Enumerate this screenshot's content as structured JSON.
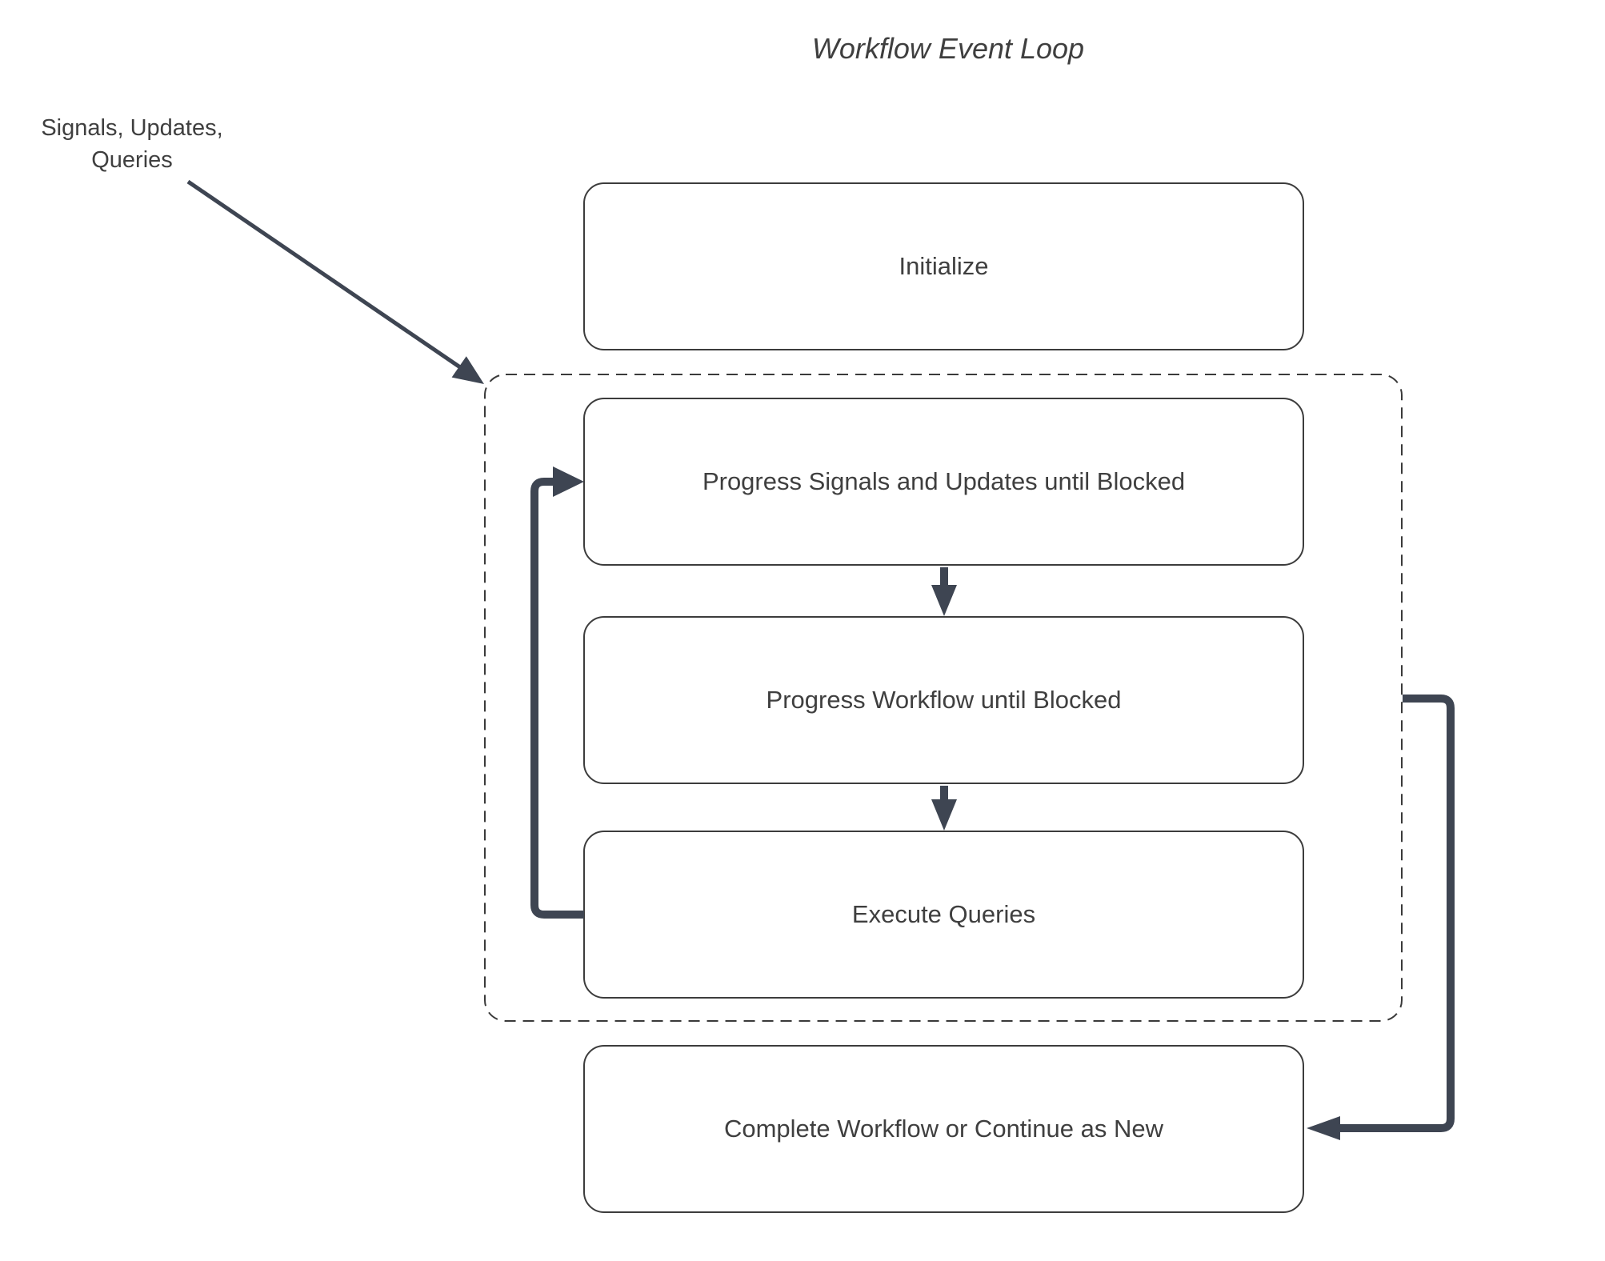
{
  "title": "Workflow Event Loop",
  "annotation": {
    "label": "Signals, Updates,\nQueries"
  },
  "nodes": {
    "initialize": "Initialize",
    "progress_signals": "Progress Signals and Updates until Blocked",
    "progress_workflow": "Progress Workflow until Blocked",
    "execute_queries": "Execute Queries",
    "complete": "Complete Workflow or Continue as New"
  },
  "colors": {
    "arrow": "#3e4552",
    "box_border": "#3c3c3c",
    "dashed_border": "#3a3a3a",
    "text": "#3f3f3f",
    "background": "#ffffff"
  }
}
